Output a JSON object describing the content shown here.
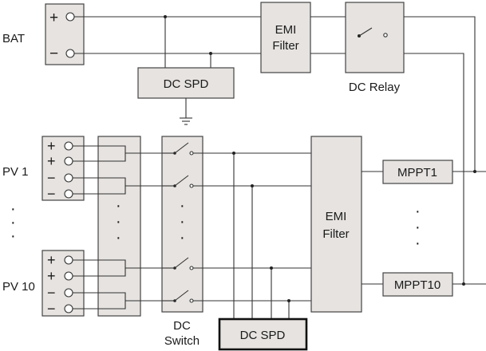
{
  "colors": {
    "box_fill": "#e6e3e0",
    "box_stroke": "#444444",
    "wire": "#333333",
    "background": "#ffffff"
  },
  "labels": {
    "bat": "BAT",
    "pv1": "PV 1",
    "pv10": "PV 10",
    "emi_top": [
      "EMI",
      "Filter"
    ],
    "emi_main": [
      "EMI",
      "Filter"
    ],
    "dc_spd_top": "DC SPD",
    "dc_spd_bottom": "DC SPD",
    "dc_relay": "DC Relay",
    "dc_switch": [
      "DC",
      "Switch"
    ],
    "mppt1": "MPPT1",
    "mppt10": "MPPT10",
    "plus": "+",
    "minus": "−",
    "vdots": "·"
  },
  "icons": [
    "ground-symbol",
    "relay-switch-symbol",
    "dc-switch-symbol",
    "terminal-circle"
  ]
}
